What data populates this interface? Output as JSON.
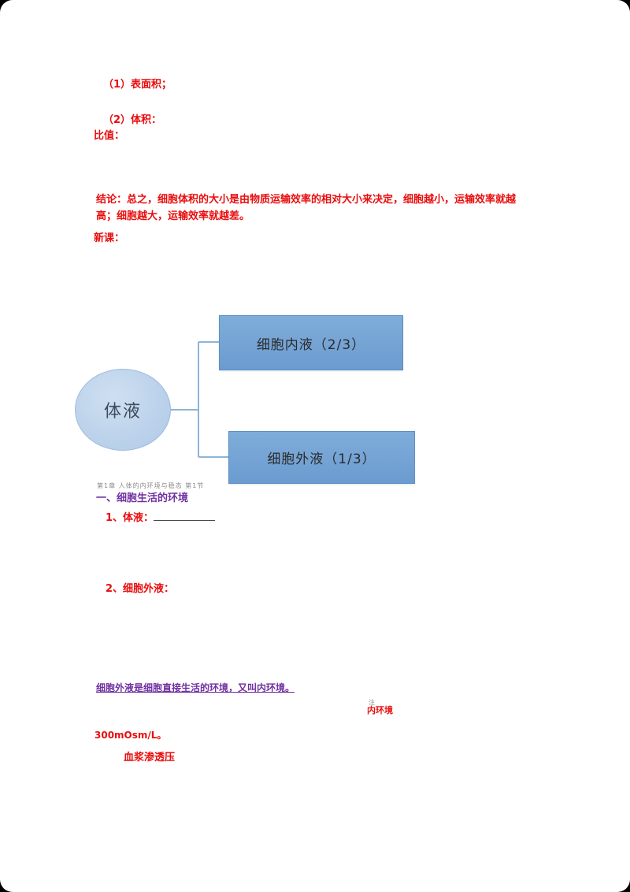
{
  "page": {
    "background_color": "#000000",
    "paper_color": "#ffffff"
  },
  "colors": {
    "note_red": "#e90d0d",
    "heading_purple": "#7030a0",
    "box_blue": "#6b9bd0",
    "ellipse_blue": "#aec9e6",
    "connector_blue": "#8fb4d9"
  },
  "notes_top": {
    "item1": "（1）表面积；",
    "item2": "（2）体积：",
    "label3": "比值：",
    "conclusion": "结论：总之，细胞体积的大小是由物质运输效率的相对大小来决定，细胞越小，运输效率就越高；细胞越大，运输效率就越差。",
    "label5": "新课："
  },
  "diagram": {
    "root_label": "体液",
    "children": [
      {
        "label": "细胞内液（2/3）"
      },
      {
        "label": "细胞外液（1/3）"
      }
    ]
  },
  "section": {
    "chapter_note": "第1章 人体的内环境与稳态  第1节",
    "heading": "一、细胞生活的环境",
    "item1_label": "1、体液：",
    "item2_label": "2、细胞外液：",
    "purple_line": "细胞外液是细胞直接生活的环境，又叫内环境。",
    "annotation_small": "注",
    "annotation_term": "内环境",
    "value_line": "300mOsm/L。",
    "term_line": "血浆渗透压"
  }
}
